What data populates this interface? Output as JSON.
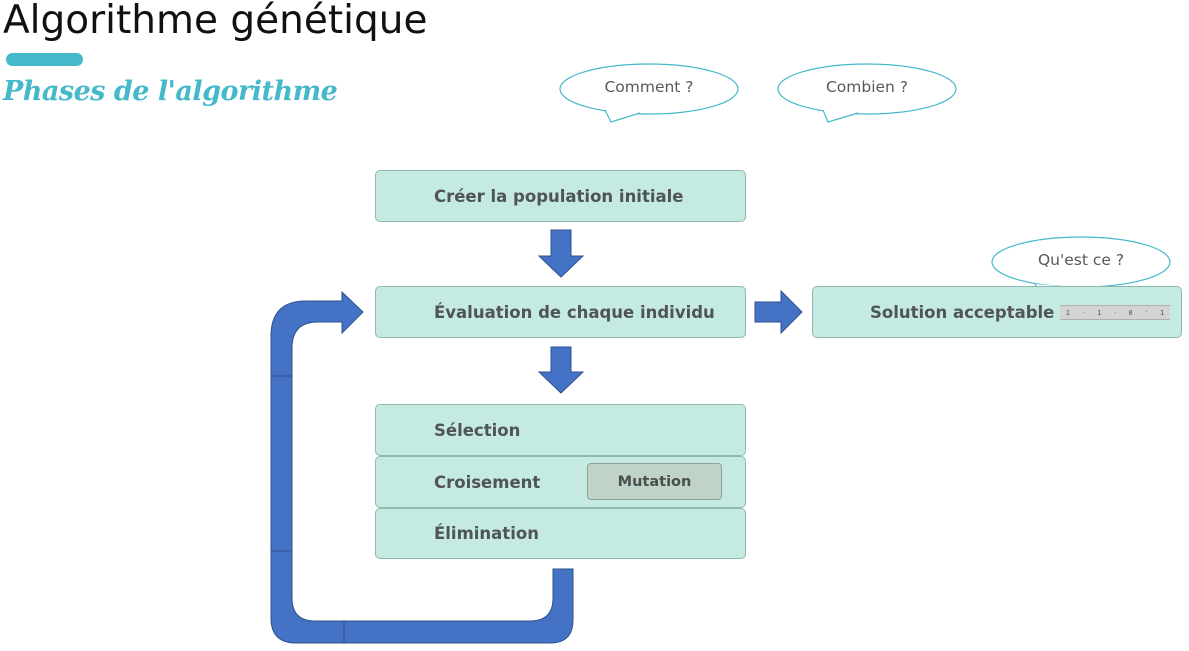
{
  "header": {
    "title": "Algorithme génétique",
    "subtitle": "Phases de l'algorithme",
    "accent_color": "#45b9c9"
  },
  "bubbles": {
    "comment": "Comment ?",
    "combien": "Combien ?",
    "quest_ce": "Qu'est ce ?"
  },
  "flow": {
    "create": "Créer la population initiale",
    "evaluate": "Évaluation de chaque individu",
    "selection": "Sélection",
    "crossover": "Croisement",
    "mutation": "Mutation",
    "elimination": "Élimination",
    "solution": "Solution acceptable",
    "box_fill": "#c4eae2",
    "arrow_color": "#4472c4"
  },
  "chromosome": {
    "bits": [
      "1",
      "1",
      "0",
      "1"
    ],
    "separators": [
      "·",
      "·",
      "'"
    ]
  }
}
